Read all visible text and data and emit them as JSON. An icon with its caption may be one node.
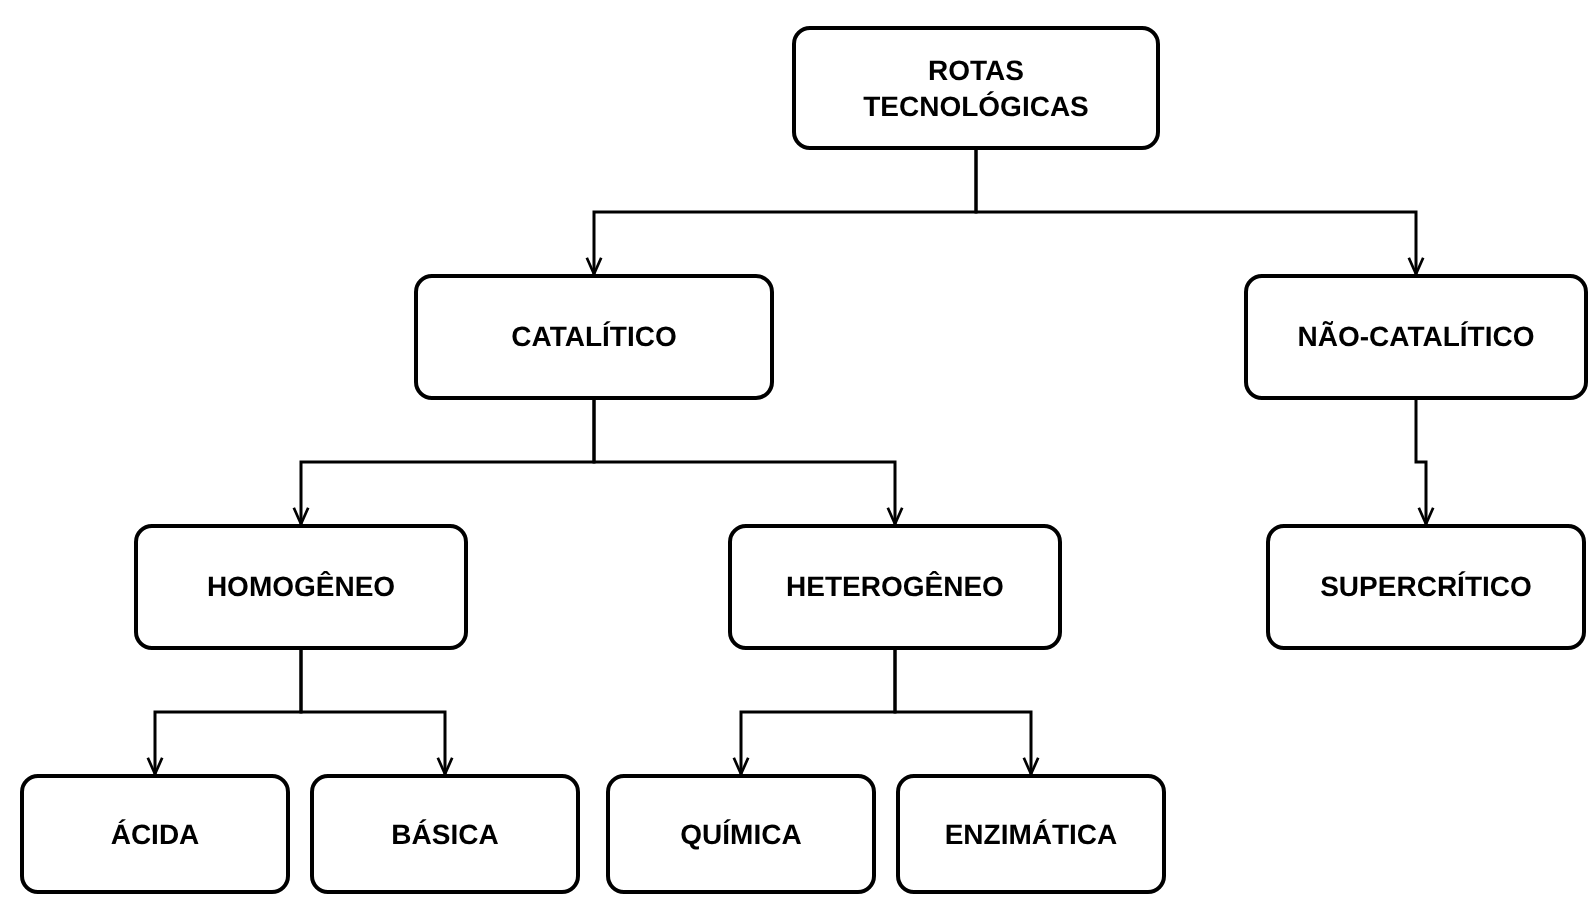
{
  "diagram": {
    "nodes": [
      {
        "text": [
          "ROTAS TECNOLÓGICAS"
        ]
      },
      {
        "text": [
          "CATALÍTICO"
        ]
      },
      {
        "text": [
          "NÃO-CATALÍTICO"
        ]
      },
      {
        "text": [
          "HOMOGÊNEO"
        ]
      },
      {
        "text": [
          "HETEROGÊNEO"
        ]
      },
      {
        "text": [
          "SUPERCRÍTICO"
        ]
      },
      {
        "text": [
          "ÁCIDA"
        ]
      },
      {
        "text": [
          "BÁSICA"
        ]
      },
      {
        "text": [
          "QUÍMICA"
        ]
      },
      {
        "text": [
          "ENZIMÁTICA"
        ]
      }
    ],
    "edges": [
      {
        "from": 0,
        "to": 1,
        "arrow": "to"
      },
      {
        "from": 0,
        "to": 2,
        "arrow": "to"
      },
      {
        "from": 1,
        "to": 3,
        "arrow": "to"
      },
      {
        "from": 1,
        "to": 4,
        "arrow": "to"
      },
      {
        "from": 2,
        "to": 5,
        "arrow": "to"
      },
      {
        "from": 3,
        "to": 6,
        "arrow": "to"
      },
      {
        "from": 3,
        "to": 7,
        "arrow": "to"
      },
      {
        "from": 4,
        "to": 8,
        "arrow": "to"
      },
      {
        "from": 4,
        "to": 9,
        "arrow": "to"
      }
    ]
  }
}
